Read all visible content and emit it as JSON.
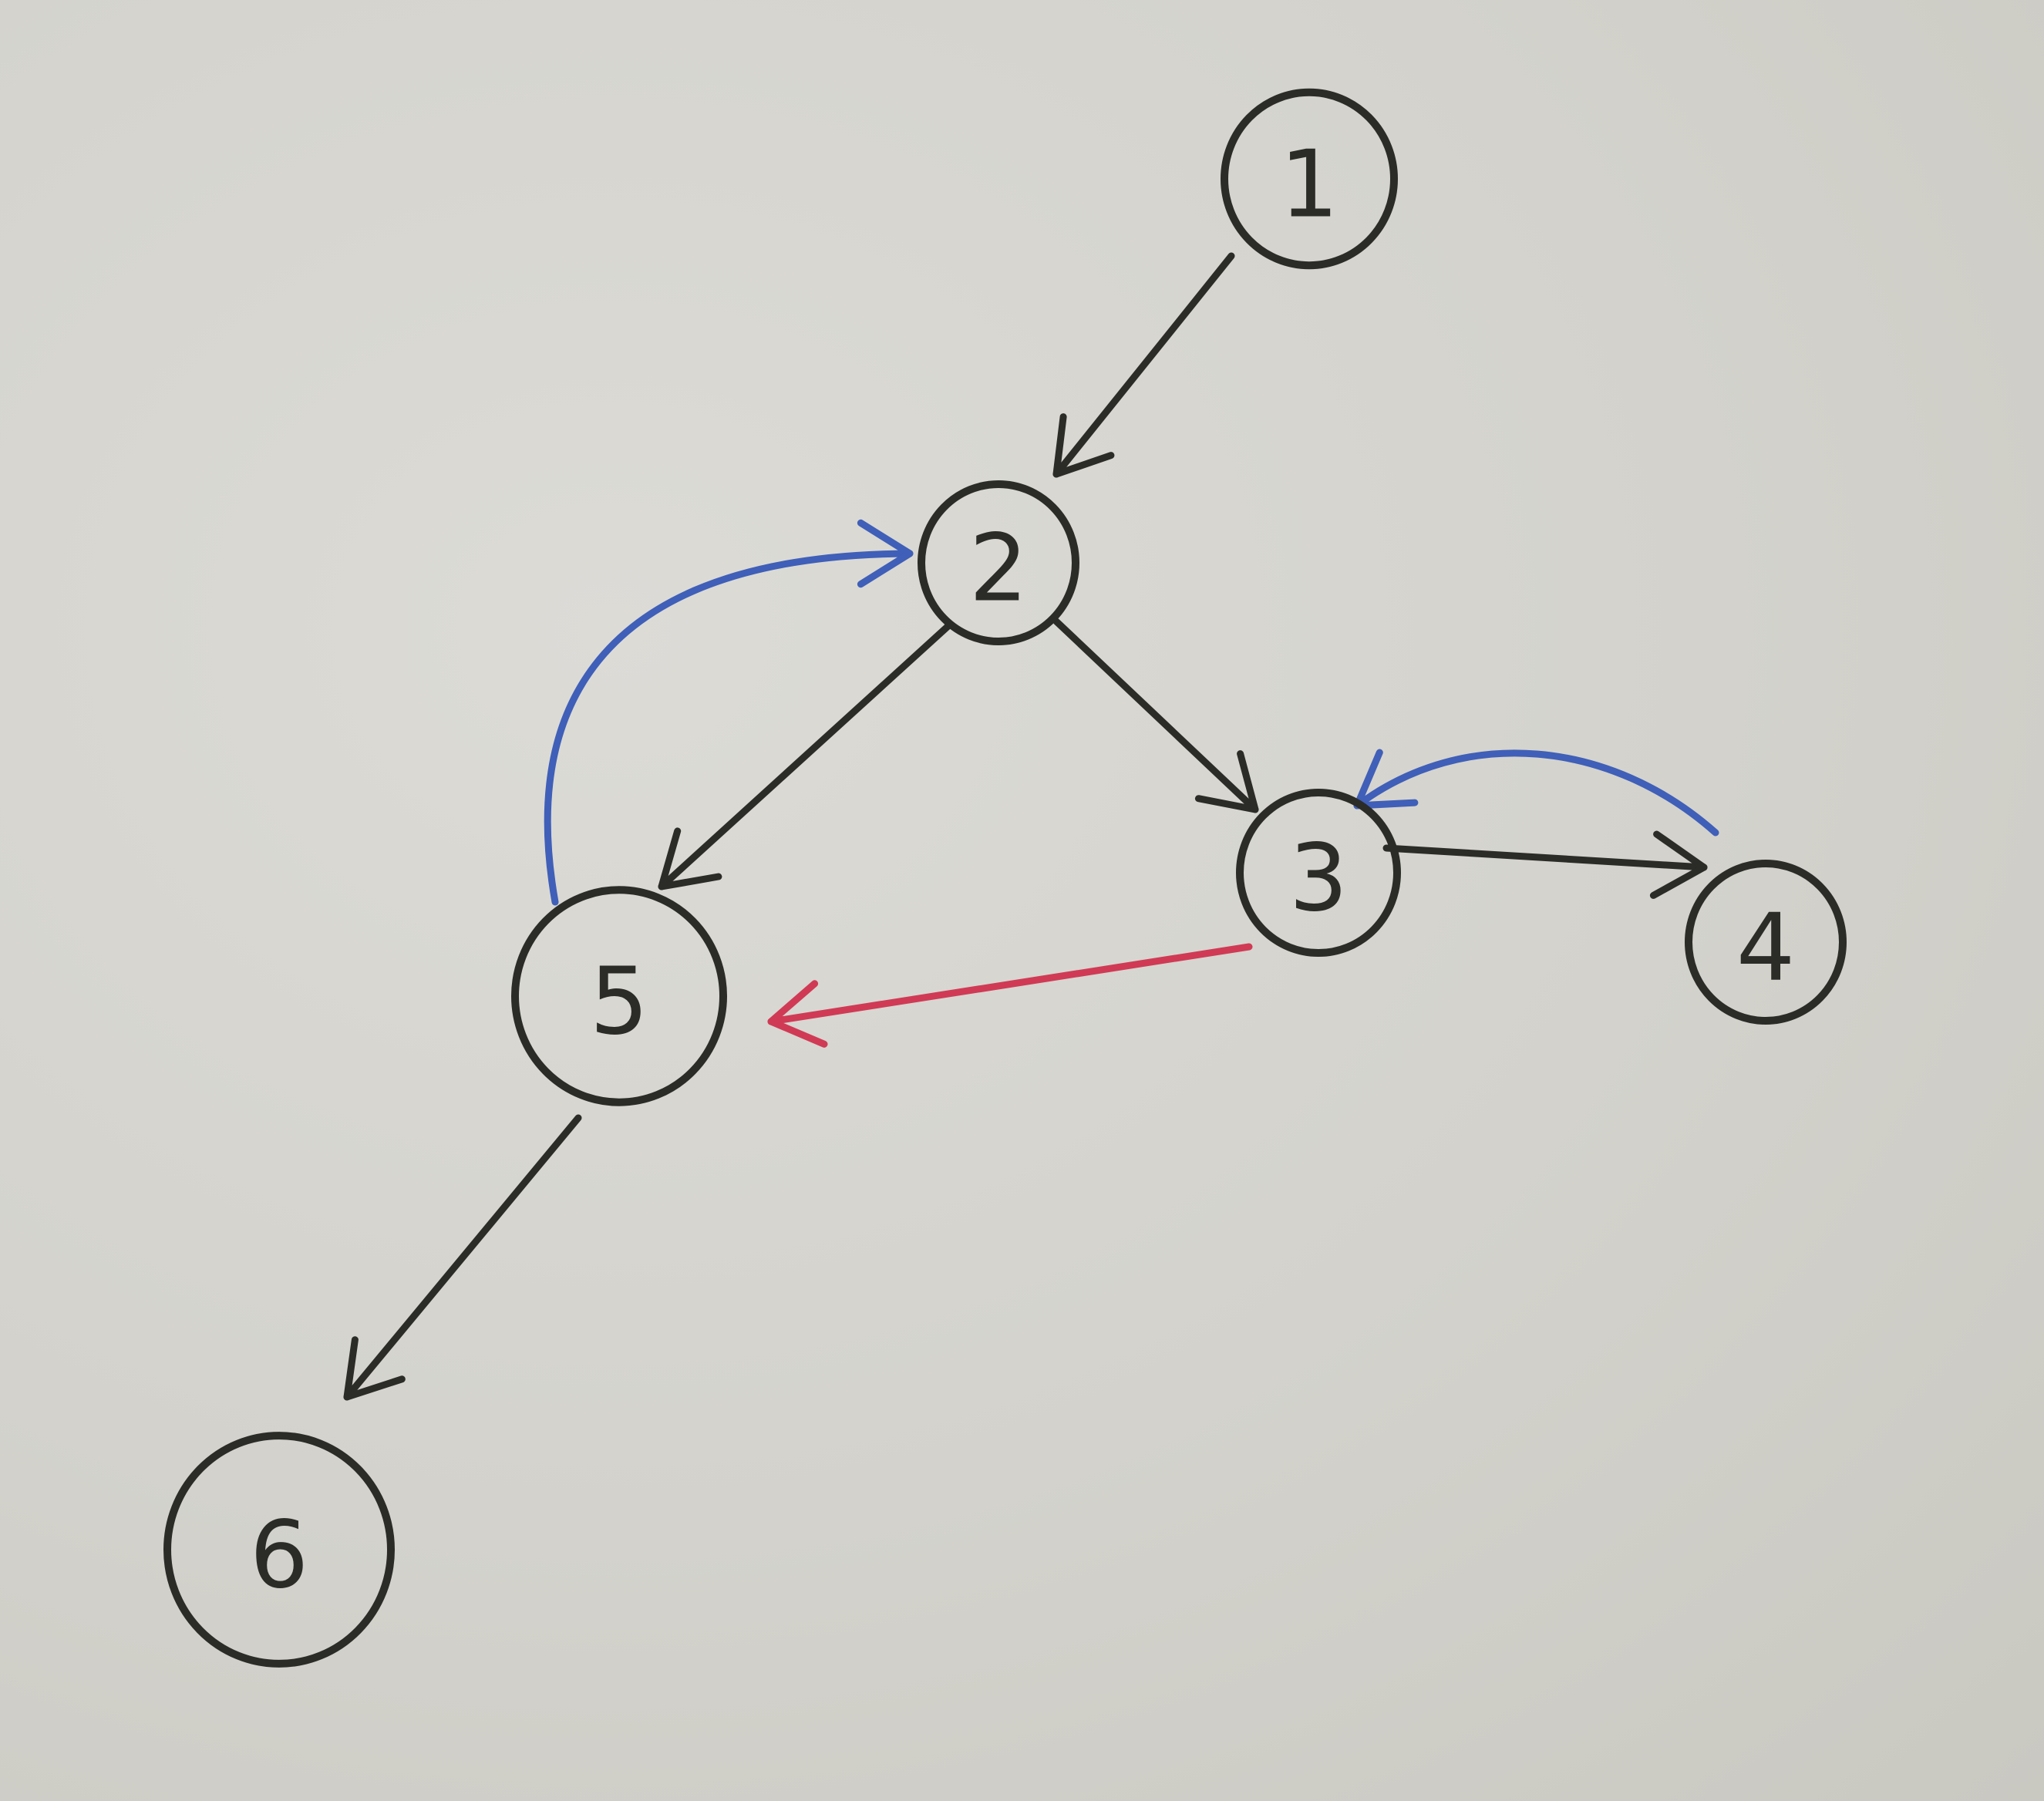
{
  "colors": {
    "paper": "#d6d5cf",
    "ink": "#2b2b28",
    "blue": "#3f5fb8",
    "red": "#d03a55"
  },
  "nodes": [
    {
      "id": "1",
      "label": "1"
    },
    {
      "id": "2",
      "label": "2"
    },
    {
      "id": "3",
      "label": "3"
    },
    {
      "id": "4",
      "label": "4"
    },
    {
      "id": "5",
      "label": "5"
    },
    {
      "id": "6",
      "label": "6"
    }
  ],
  "edges": [
    {
      "from": "1",
      "to": "2",
      "color": "ink"
    },
    {
      "from": "2",
      "to": "3",
      "color": "ink"
    },
    {
      "from": "2",
      "to": "5",
      "color": "ink"
    },
    {
      "from": "3",
      "to": "4",
      "color": "ink"
    },
    {
      "from": "5",
      "to": "6",
      "color": "ink"
    },
    {
      "from": "5",
      "to": "2",
      "color": "blue"
    },
    {
      "from": "4",
      "to": "3",
      "color": "blue"
    },
    {
      "from": "3",
      "to": "5",
      "color": "red"
    }
  ]
}
